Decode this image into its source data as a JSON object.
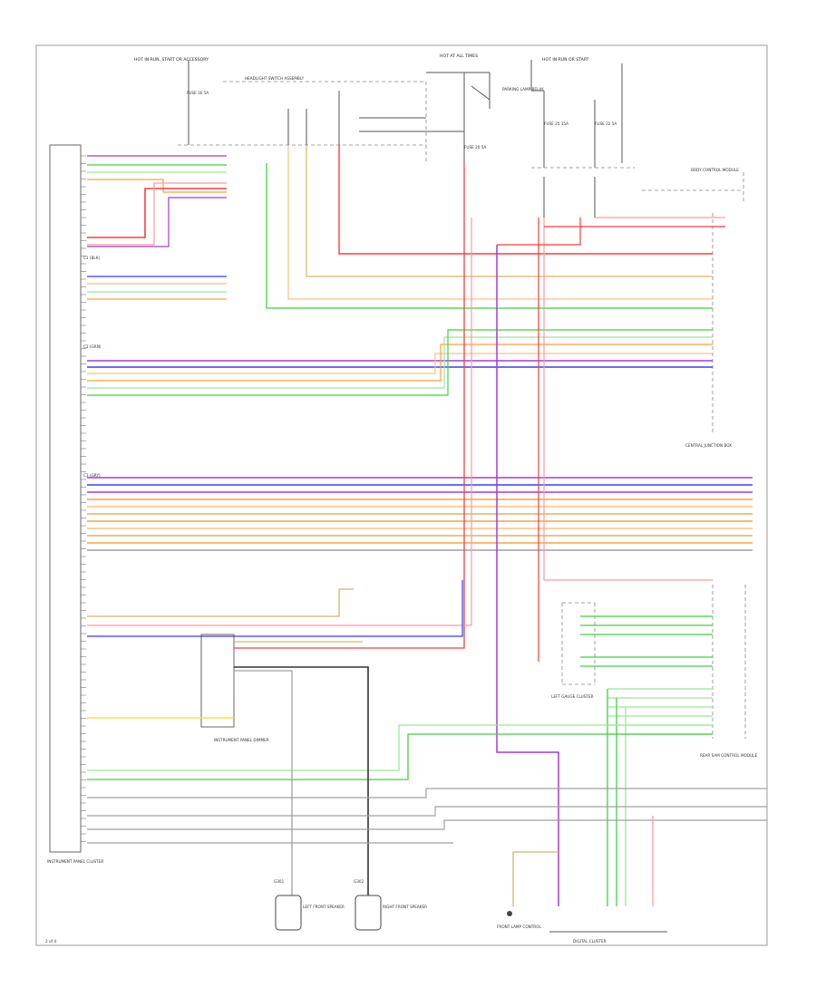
{
  "page": {
    "number": "2 of 4"
  },
  "top_labels": {
    "hot_left": "HOT IN RUN, START OR ACCESSORY",
    "hot_mid": "HOT AT ALL TIMES",
    "hot_right": "HOT IN RUN OR START",
    "fuse_a": "FUSE 16 5A",
    "fuse_b": "FUSE 20 5A",
    "fuse_c": "FUSE 25 15A",
    "fuse_d": "FUSE 22 5A",
    "light_switch": "HEADLIGHT SWITCH ASSEMBLY",
    "relay": "PARKING LAMP RELAY"
  },
  "left_module": {
    "name": "INSTRUMENT PANEL CLUSTER",
    "connector_top": "C1 (BLK)",
    "connector_mid": "C2 (GRN)",
    "connector_bot": "C3 (GRY)"
  },
  "right_modules": {
    "body_control": "BODY CONTROL MODULE",
    "fuse_box": "CENTRAL JUNCTION BOX",
    "rear_connector": "REAR SAM CONTROL MODULE",
    "dimmer": "INSTRUMENT PANEL DIMMER"
  },
  "bottom_labels": {
    "speaker_left": "LEFT FRONT SPEAKER",
    "speaker_right": "RIGHT FRONT SPEAKER",
    "lamp": "FRONT LAMP CONTROL",
    "gnd": "G301",
    "gnd2": "G302",
    "dash_label": "DIGITAL CLUSTER",
    "cluster_sub": "LEFT GAUGE CLUSTER"
  },
  "colors": {
    "red": "#ff3b3b",
    "pink": "#ff9a9a",
    "orange": "#ff9f3b",
    "light_orange": "#ffc080",
    "green": "#3fd23f",
    "light_green": "#9be89b",
    "blue": "#3b3bff",
    "violet": "#a43bd8",
    "yellow": "#e8e83b",
    "tan": "#d7b46a",
    "gray": "#a0a0a0",
    "black": "#333333"
  }
}
